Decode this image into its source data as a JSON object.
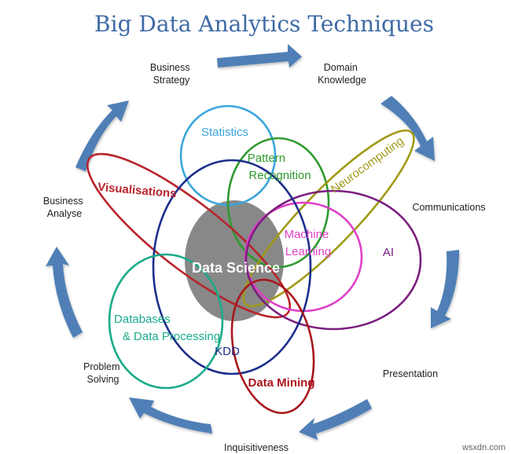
{
  "title": "Big Data Analytics Techniques",
  "cycle": {
    "business_strategy": [
      "Business",
      "Strategy"
    ],
    "domain_knowledge": [
      "Domain",
      "Knowledge"
    ],
    "communications": "Communications",
    "presentation": "Presentation",
    "inquisitiveness": "Inquisitiveness",
    "problem_solving": [
      "Problem",
      "Solving"
    ],
    "business_analyse": [
      "Business",
      "Analyse"
    ]
  },
  "sets": {
    "statistics": "Statistics",
    "pattern_recognition": [
      "Pattern",
      "Recognition"
    ],
    "neurocomputing": "Neurocomputing",
    "visualisations": "Visualisations",
    "machine_learning": [
      "Machine",
      "Learning"
    ],
    "ai": "AI",
    "data_science": "Data Science",
    "databases": [
      "Databases",
      "& Data Processing"
    ],
    "kdd": "KDD",
    "data_mining": "Data Mining"
  },
  "colors": {
    "title": "#3f6aa6",
    "arrow": "#4f7fb6",
    "statistics": "#3aa6dc",
    "pattern": "#2e9a2e",
    "neuro": "#a09a16",
    "visual": "#b8232b",
    "ml": "#e040c8",
    "ai": "#7a1f7e",
    "kdd": "#1b2e8c",
    "databases": "#1aab8a",
    "mining": "#a8171c",
    "core": "#888888"
  },
  "watermark": "wsxdn.com"
}
